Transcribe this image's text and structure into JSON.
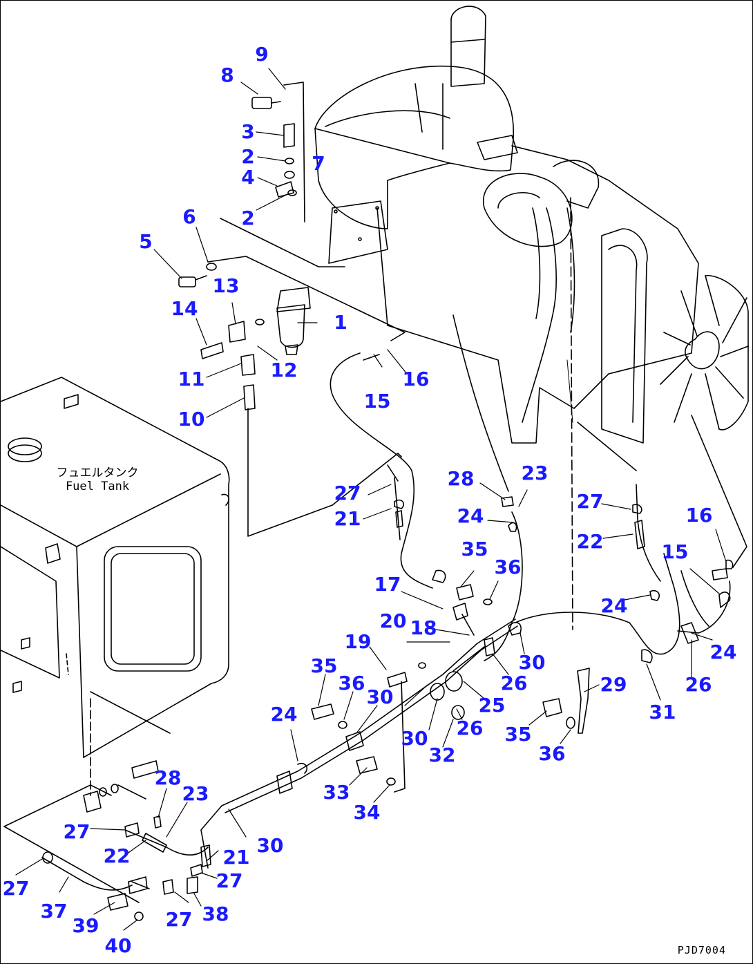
{
  "tank_label_jp": "フュエルタンク",
  "tank_label_en": "Fuel Tank",
  "drawing_code": "PJD7004",
  "callout_color": "#1a1aff",
  "callouts": {
    "c9": "9",
    "c8": "8",
    "c3": "3",
    "c2a": "2",
    "c7": "7",
    "c4": "4",
    "c2b": "2",
    "c6": "6",
    "c5": "5",
    "c13": "13",
    "c14": "14",
    "c1": "1",
    "c12": "12",
    "c11": "11",
    "c10": "10",
    "c16a": "16",
    "c15a": "15",
    "c27a": "27",
    "c21a": "21",
    "c28a": "28",
    "c23a": "23",
    "c24a": "24",
    "c27b": "27",
    "c22a": "22",
    "c16b": "16",
    "c15b": "15",
    "c35a": "35",
    "c36a": "36",
    "c17": "17",
    "c24b": "24",
    "c20": "20",
    "c18": "18",
    "c19": "19",
    "c30a": "30",
    "c26a": "26",
    "c24c": "24",
    "c29": "29",
    "c35b": "35",
    "c36b": "36",
    "c30b": "30",
    "c25": "25",
    "c31": "31",
    "c26b": "26",
    "c24d": "24",
    "c26c": "26",
    "c30c": "30",
    "c32": "32",
    "c35c": "35",
    "c36c": "36",
    "c33": "33",
    "c34": "34",
    "c28b": "28",
    "c23b": "23",
    "c27c": "27",
    "c22b": "22",
    "c21b": "21",
    "c30d": "30",
    "c27d": "27",
    "c27e": "27",
    "c37": "37",
    "c38": "38",
    "c27f": "27",
    "c39": "39",
    "c40": "40"
  }
}
